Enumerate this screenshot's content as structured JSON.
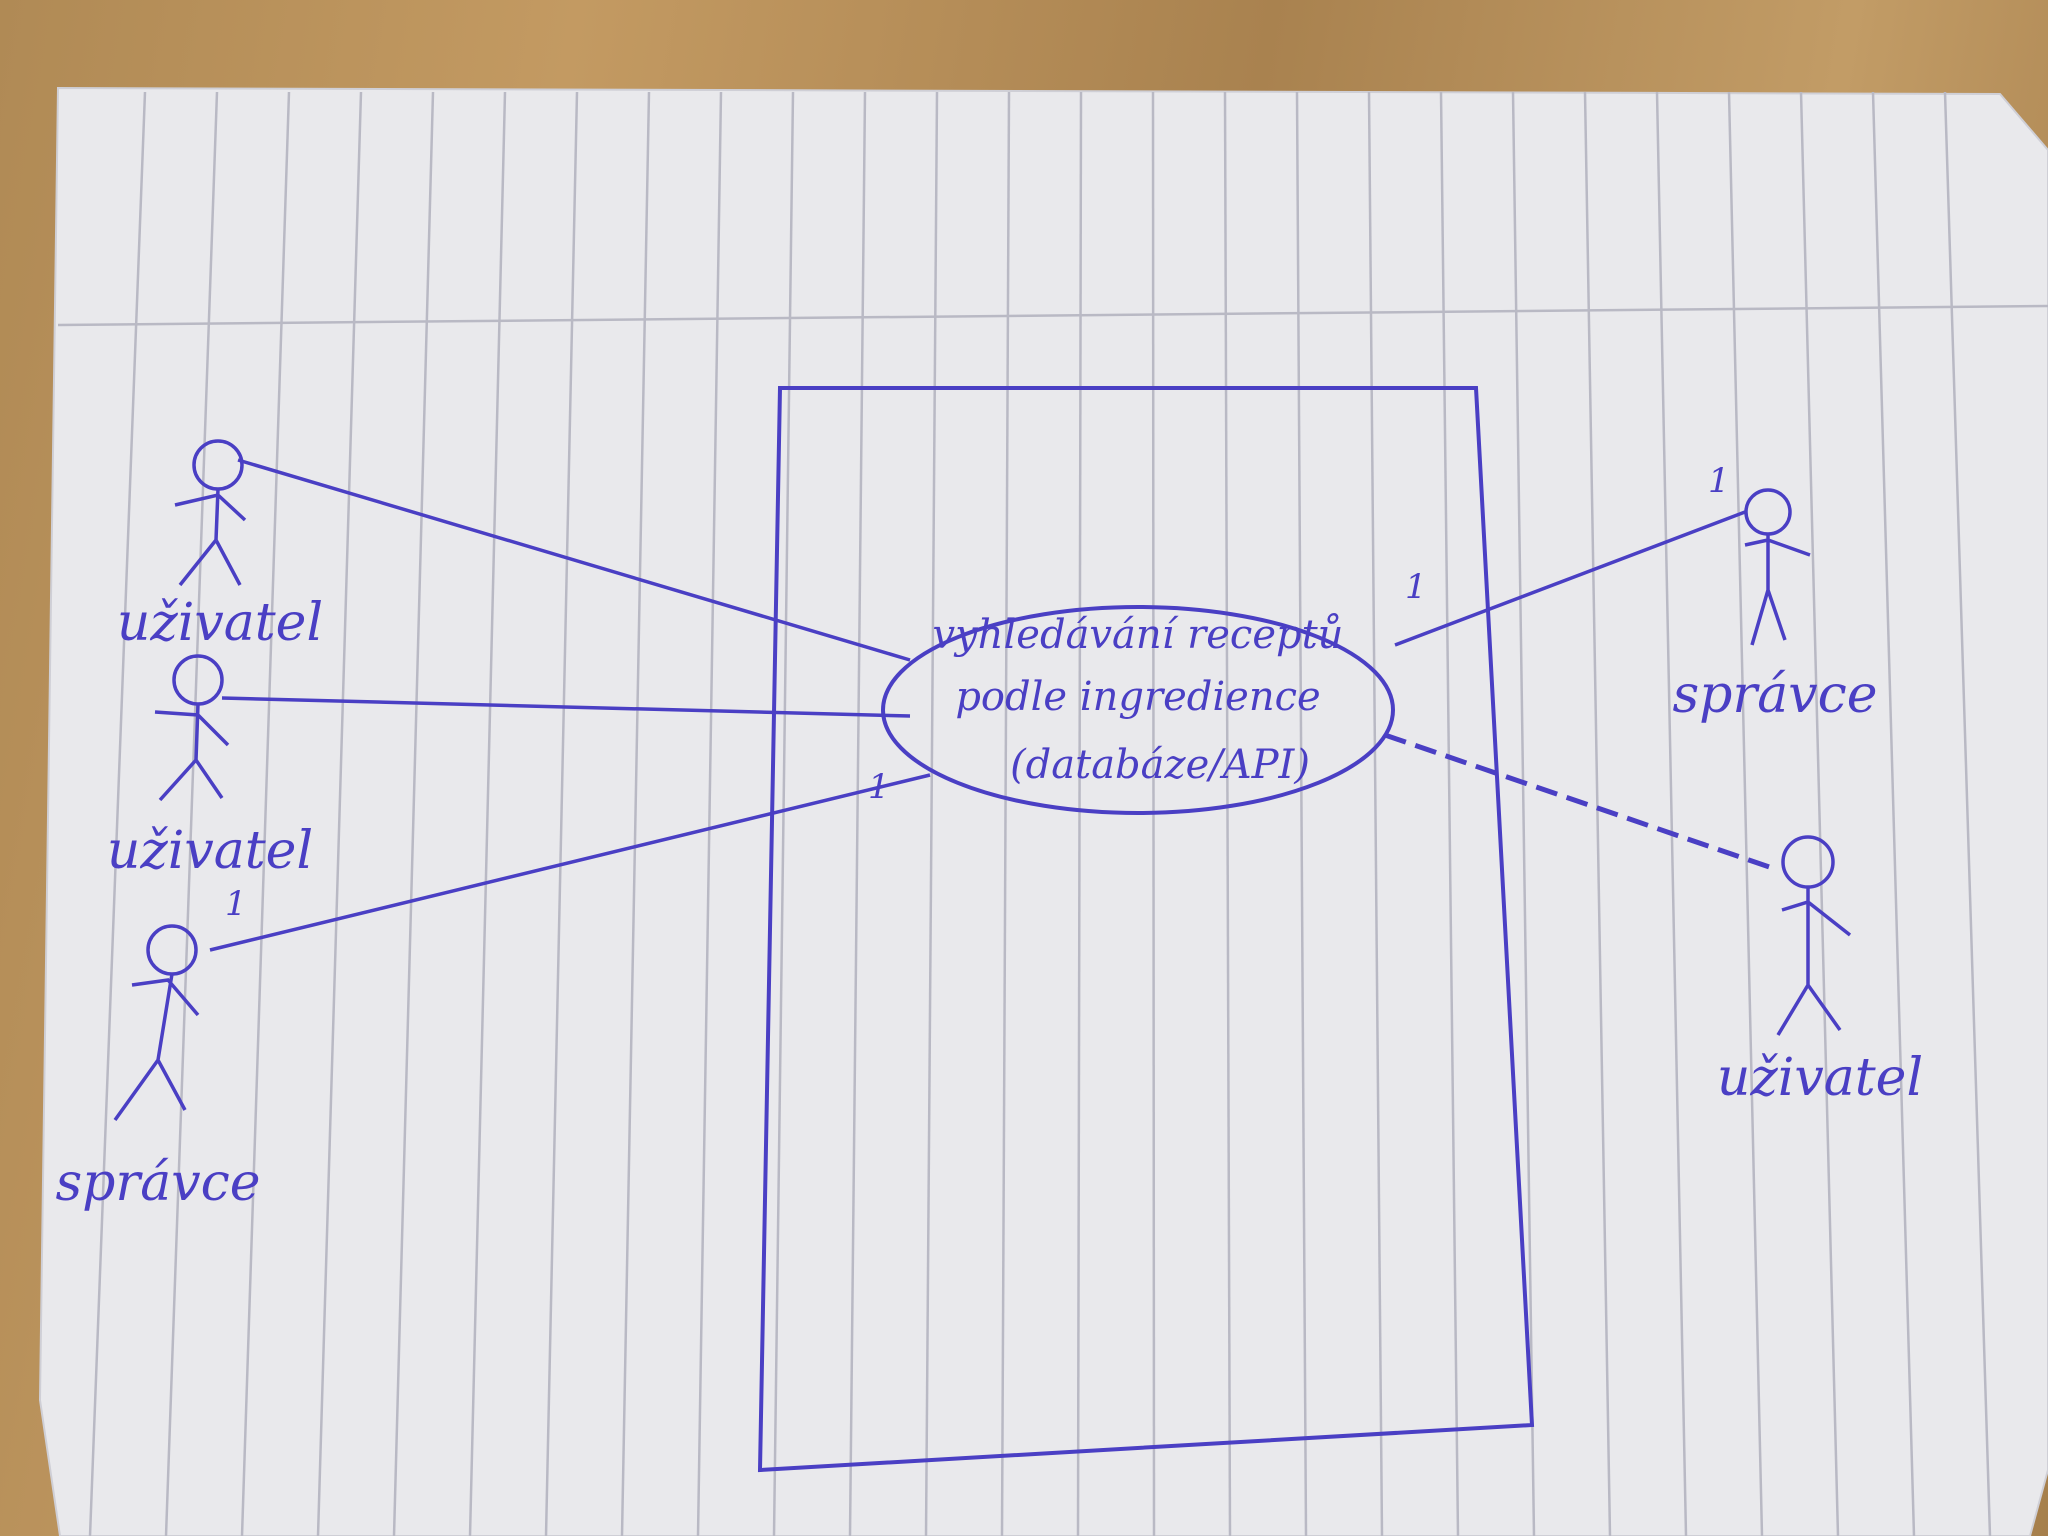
{
  "diagram": {
    "use_case": {
      "line1": "vyhledávání receptů",
      "line2": "podle ingredience",
      "line3": "(databáze/API)"
    },
    "actors": [
      {
        "id": "left-1",
        "label": "uživatel"
      },
      {
        "id": "left-2",
        "label": "uživatel"
      },
      {
        "id": "left-3",
        "label": "správce"
      },
      {
        "id": "right-1",
        "label": "správce"
      },
      {
        "id": "right-2",
        "label": "uživatel"
      }
    ],
    "multiplicities": {
      "left_3_actor_end": "1",
      "left_3_usecase_end": "1",
      "right_1_usecase_end": "1",
      "right_1_actor_end": "1"
    },
    "ink_color": "#4a3fc4",
    "paper_color": "#e9e9ec",
    "rule_color": "#b9b9c4"
  }
}
